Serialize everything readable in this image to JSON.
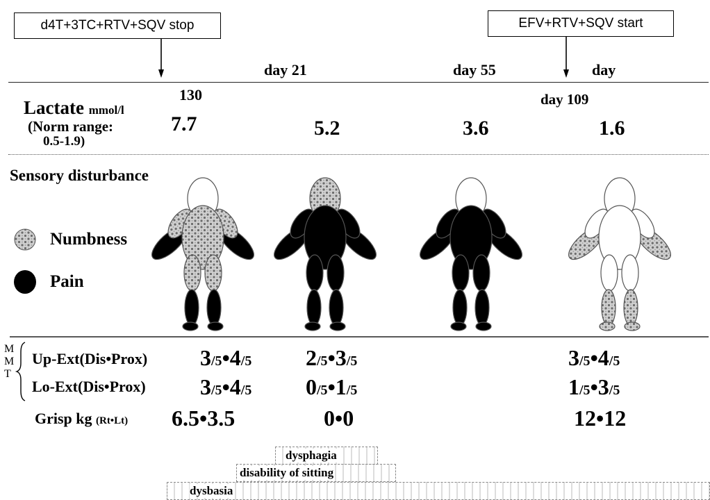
{
  "treatment": {
    "stop_label": "d4T+3TC+RTV+SQV  stop",
    "start_label": "EFV+RTV+SQV start"
  },
  "timeline": {
    "days": [
      "day 21",
      "day 55",
      "day"
    ],
    "day130": "130",
    "day109": "day 109"
  },
  "lactate": {
    "title": "Lactate",
    "unit": "mmol/l",
    "norm_label": "(Norm range:",
    "norm_range": "0.5-1.9)",
    "values": [
      "7.7",
      "5.2",
      "3.6",
      "1.6"
    ]
  },
  "sensory": {
    "title": "Sensory disturbance",
    "legend": [
      {
        "label": "Numbness",
        "pattern": "dotted"
      },
      {
        "label": "Pain",
        "pattern": "solid"
      }
    ],
    "figures": [
      {
        "head": "none",
        "torso": "numbness",
        "arms": "pain",
        "thighs": "numbness",
        "shins": "pain"
      },
      {
        "head": "numbness",
        "torso": "pain",
        "arms": "pain",
        "thighs": "pain",
        "shins": "pain"
      },
      {
        "head": "none",
        "torso": "pain",
        "arms": "pain",
        "thighs": "pain",
        "shins": "pain"
      },
      {
        "head": "none",
        "torso": "none",
        "arms": "numbness",
        "thighs": "none",
        "shins": "numbness"
      }
    ]
  },
  "mmt": {
    "side_letters": [
      "M",
      "M",
      "T"
    ],
    "upper_label": "Up-Ext(Dis•Prox)",
    "lower_label": "Lo-Ext(Dis•Prox)",
    "grip_label": "Grisp kg",
    "grip_unit": "(Rt•Lt)",
    "upper_values": [
      {
        "a": "3",
        "b": "4"
      },
      {
        "a": "2",
        "b": "3"
      },
      {
        "a": "3",
        "b": "4"
      }
    ],
    "lower_values": [
      {
        "a": "3",
        "b": "4"
      },
      {
        "a": "0",
        "b": "1"
      },
      {
        "a": "1",
        "b": "3"
      }
    ],
    "denominator": "/5",
    "grip_values": [
      "6.5•3.5",
      "0•0",
      "12•12"
    ]
  },
  "symptoms": {
    "dysphagia": "dysphagia",
    "sitting": "disability of sitting",
    "dysbasia": "dysbasia"
  },
  "colors": {
    "pain": "#000000",
    "numbness_bg": "#c8c8c8",
    "numbness_dot": "#707070",
    "line": "#222222"
  }
}
